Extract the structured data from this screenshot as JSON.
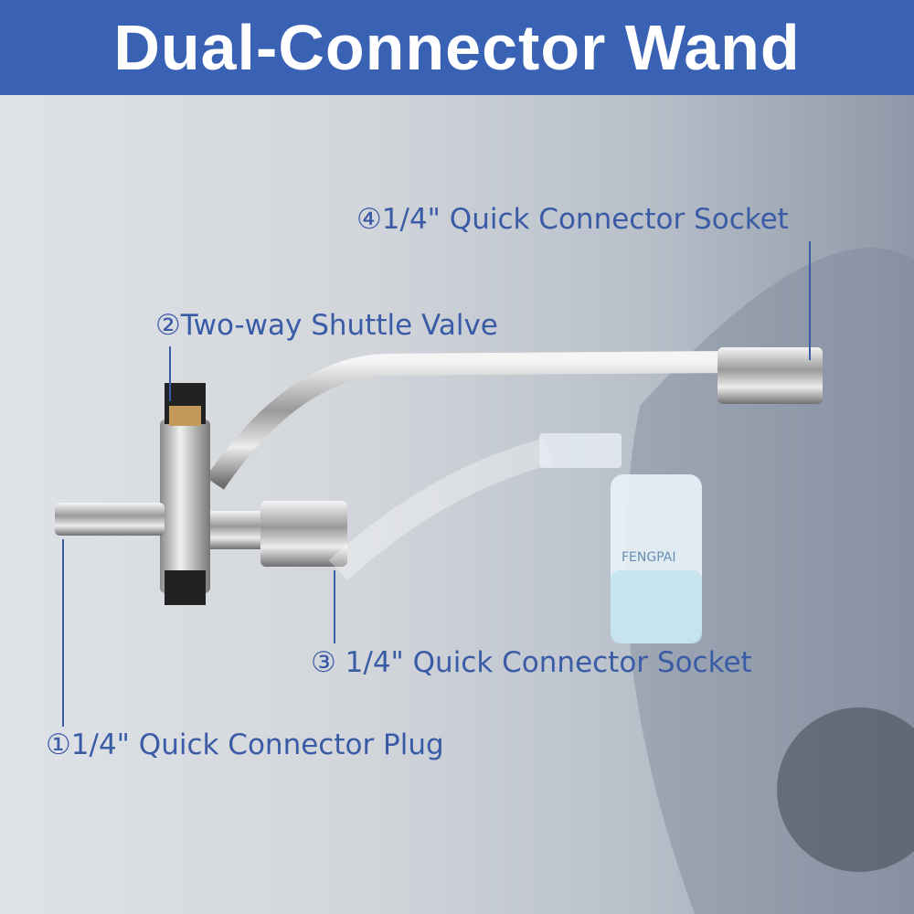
{
  "title": "Dual-Connector Wand",
  "labels": {
    "l1": "①1/4\" Quick Connector Plug",
    "l2": "②Two-way Shuttle Valve",
    "l3": "③ 1/4\" Quick Connector Socket",
    "l4": "④1/4\" Quick Connector Socket"
  },
  "bottle_brand": "FENGPAI"
}
